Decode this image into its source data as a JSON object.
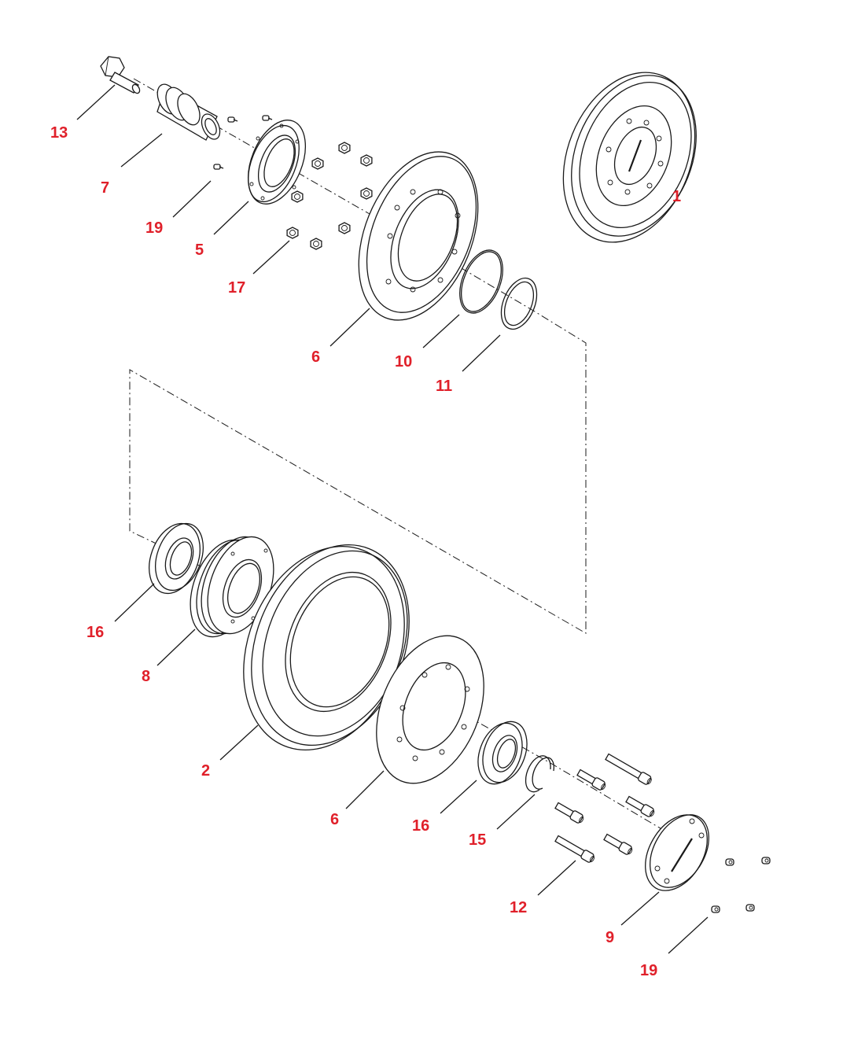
{
  "callouts": [
    {
      "id": "c13a",
      "text": "13"
    },
    {
      "id": "c7",
      "text": "7"
    },
    {
      "id": "c19a",
      "text": "19"
    },
    {
      "id": "c5",
      "text": "5"
    },
    {
      "id": "c17",
      "text": "17"
    },
    {
      "id": "c1",
      "text": "1"
    },
    {
      "id": "c6a",
      "text": "6"
    },
    {
      "id": "c10",
      "text": "10"
    },
    {
      "id": "c11",
      "text": "11"
    },
    {
      "id": "c16a",
      "text": "16"
    },
    {
      "id": "c8",
      "text": "8"
    },
    {
      "id": "c2",
      "text": "2"
    },
    {
      "id": "c6b",
      "text": "6"
    },
    {
      "id": "c16b",
      "text": "16"
    },
    {
      "id": "c15",
      "text": "15"
    },
    {
      "id": "c12",
      "text": "12"
    },
    {
      "id": "c9",
      "text": "9"
    },
    {
      "id": "c19b",
      "text": "19"
    }
  ],
  "colors": {
    "callout": "#e0202a",
    "linework": "#1a1a1a",
    "background": "#ffffff"
  }
}
